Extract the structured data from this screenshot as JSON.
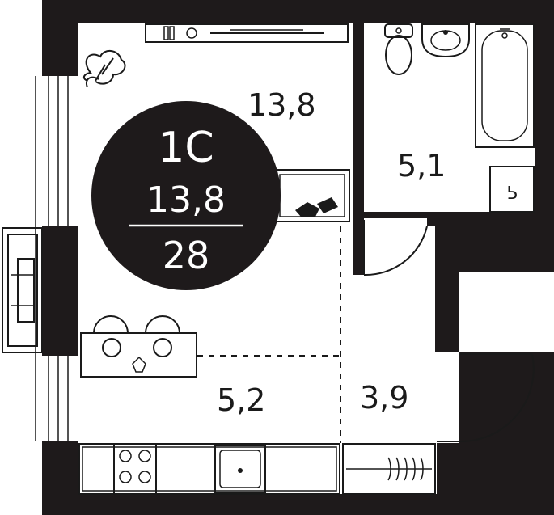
{
  "badge": {
    "type_label": "1С",
    "living_area": "13,8",
    "total_area": "28",
    "background_color": "#1e1a1b",
    "text_color": "#ffffff"
  },
  "rooms": [
    {
      "id": "living-room",
      "area_label": "13,8"
    },
    {
      "id": "bathroom",
      "area_label": "5,1"
    },
    {
      "id": "hallway",
      "area_label": "3,9"
    },
    {
      "id": "kitchen",
      "area_label": "5,2"
    }
  ],
  "colors": {
    "wall": "#1e1a1b",
    "background": "#ffffff",
    "line": "#1a1a1a"
  }
}
